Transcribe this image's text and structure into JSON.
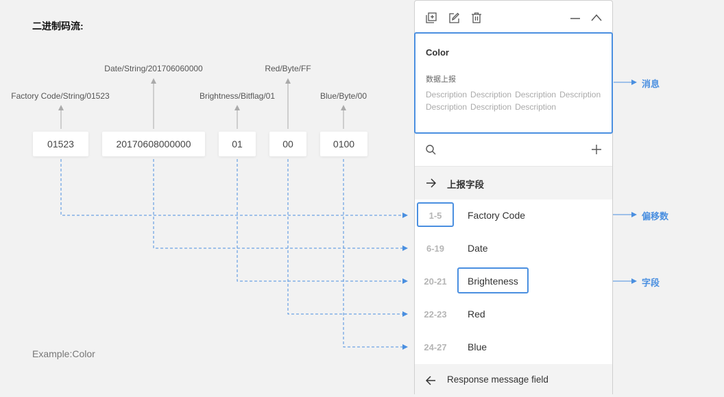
{
  "diagram": {
    "title": "二进制码流:",
    "example": "Example:Color",
    "top_labels": {
      "date": "Date/String/201706060000",
      "red": "Red/Byte/FF",
      "factory": "Factory Code/String/01523",
      "brightness": "Brightness/Bitflag/01",
      "blue": "Blue/Byte/00"
    },
    "values": {
      "factory": "01523",
      "date": "20170608000000",
      "brightness": "01",
      "red": "00",
      "blue": "0100"
    }
  },
  "panel": {
    "toolbar_icons": [
      "add-copy-icon",
      "edit-icon",
      "delete-icon",
      "minimize-icon",
      "collapse-icon"
    ],
    "message": {
      "title": "Color",
      "subtitle": "数据上报",
      "descriptions": [
        "Description",
        "Description",
        "Description",
        "Description",
        "Description",
        "Description",
        "Description"
      ]
    },
    "report_section": "上报字段",
    "fields": [
      {
        "offset": "1-5",
        "name": "Factory Code"
      },
      {
        "offset": "6-19",
        "name": "Date"
      },
      {
        "offset": "20-21",
        "name": "Brighteness"
      },
      {
        "offset": "22-23",
        "name": "Red"
      },
      {
        "offset": "24-27",
        "name": "Blue"
      }
    ],
    "response_section": "Response message field"
  },
  "callouts": {
    "message": "消息",
    "offset": "偏移数",
    "field": "字段"
  },
  "colors": {
    "accent": "#4a8fe0",
    "arrow_gray": "#aaaaaa",
    "background": "#f2f2f2"
  }
}
